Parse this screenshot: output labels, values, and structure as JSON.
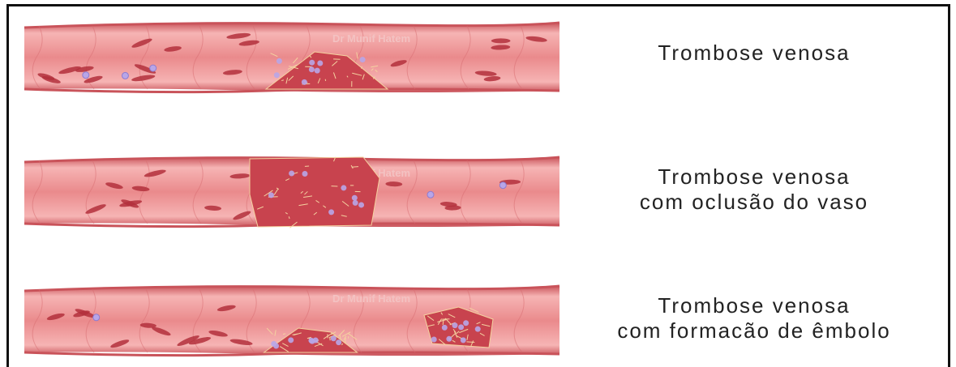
{
  "panels": [
    {
      "id": "thrombus",
      "label_lines": [
        "Trombose venosa"
      ],
      "watermark": "Dr Munif Hatem"
    },
    {
      "id": "occlusion",
      "label_lines": [
        "Trombose venosa",
        "com oclusão do vaso"
      ],
      "watermark": "Dr Munif Hatem"
    },
    {
      "id": "embolus",
      "label_lines": [
        "Trombose venosa",
        "com formacão de êmbolo"
      ],
      "watermark": "Dr Munif Hatem"
    }
  ],
  "colors": {
    "vessel_wall": "#c9535a",
    "vessel_lumen": "#ea8a8c",
    "vessel_highlight": "#f6b4b4",
    "red_cell": "#b3303c",
    "platelet": "#b8a6e8",
    "clot_fill": "#c8434e",
    "clot_strand": "#f4d2a0",
    "frame": "#111111"
  },
  "icons": [
    "vein-illustration",
    "thrombus-mass",
    "embolus-mass",
    "red-blood-cell",
    "platelet"
  ]
}
